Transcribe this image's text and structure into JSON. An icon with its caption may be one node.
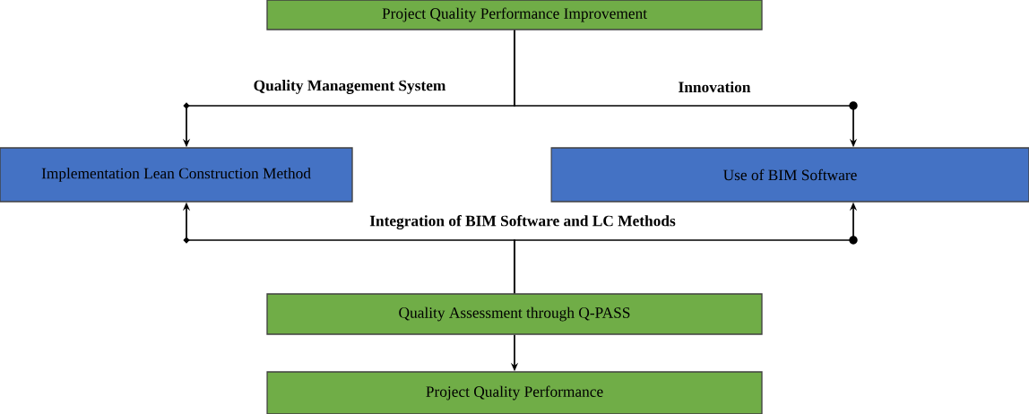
{
  "diagram": {
    "nodes": [
      {
        "text": [
          "Project Quality Performance Improvement"
        ]
      },
      {
        "text": [
          "Implementation Lean Construction Method"
        ]
      },
      {
        "text": [
          "Use of BIM Software"
        ]
      },
      {
        "text": [
          "Quality Assessment through Q-PASS"
        ]
      },
      {
        "text": [
          "Project Quality Performance"
        ]
      }
    ],
    "edges": [
      {
        "from": 0,
        "to": 1,
        "arrow": "to",
        "label": "Quality Management System"
      },
      {
        "from": 0,
        "to": 2,
        "arrow": "to",
        "label": "Innovation"
      },
      {
        "from": 3,
        "to": 1,
        "arrow": "to"
      },
      {
        "from": 3,
        "to": 2,
        "arrow": "to"
      },
      {
        "from": 3,
        "to": 4,
        "arrow": "to"
      }
    ],
    "labels": [
      "Integration of BIM Software and LC Methods"
    ]
  }
}
